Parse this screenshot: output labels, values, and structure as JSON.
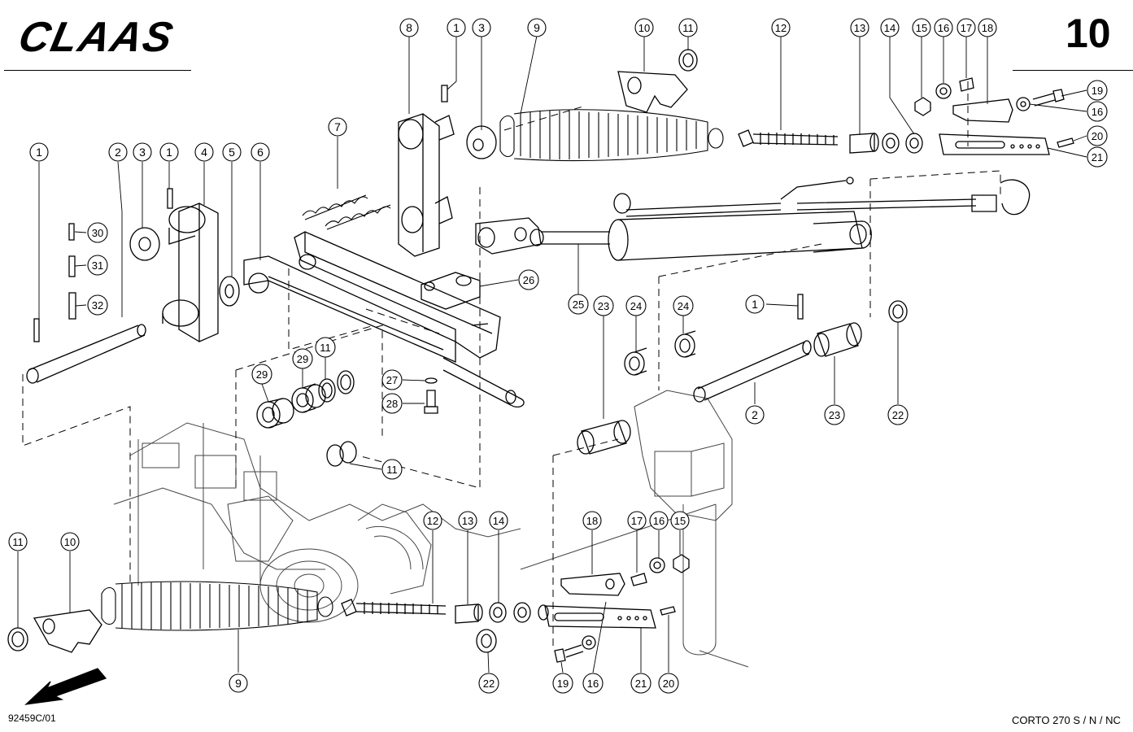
{
  "header": {
    "brand": "CLAAS",
    "page_number": "10"
  },
  "footer": {
    "drawing_number": "92459C/01",
    "model": "CORTO 270 S / N / NC"
  },
  "callouts": [
    {
      "n": "8"
    },
    {
      "n": "1"
    },
    {
      "n": "3"
    },
    {
      "n": "9"
    },
    {
      "n": "10"
    },
    {
      "n": "11"
    },
    {
      "n": "12"
    },
    {
      "n": "13"
    },
    {
      "n": "14"
    },
    {
      "n": "15"
    },
    {
      "n": "16"
    },
    {
      "n": "17"
    },
    {
      "n": "18"
    },
    {
      "n": "19"
    },
    {
      "n": "16"
    },
    {
      "n": "20"
    },
    {
      "n": "21"
    },
    {
      "n": "1"
    },
    {
      "n": "2"
    },
    {
      "n": "3"
    },
    {
      "n": "1"
    },
    {
      "n": "4"
    },
    {
      "n": "5"
    },
    {
      "n": "6"
    },
    {
      "n": "7"
    },
    {
      "n": "30"
    },
    {
      "n": "31"
    },
    {
      "n": "32"
    },
    {
      "n": "26"
    },
    {
      "n": "25"
    },
    {
      "n": "23"
    },
    {
      "n": "24"
    },
    {
      "n": "24"
    },
    {
      "n": "1"
    },
    {
      "n": "29"
    },
    {
      "n": "29"
    },
    {
      "n": "11"
    },
    {
      "n": "27"
    },
    {
      "n": "28"
    },
    {
      "n": "2"
    },
    {
      "n": "23"
    },
    {
      "n": "22"
    },
    {
      "n": "11"
    },
    {
      "n": "11"
    },
    {
      "n": "10"
    },
    {
      "n": "12"
    },
    {
      "n": "13"
    },
    {
      "n": "14"
    },
    {
      "n": "18"
    },
    {
      "n": "17"
    },
    {
      "n": "16"
    },
    {
      "n": "15"
    },
    {
      "n": "9"
    },
    {
      "n": "22"
    },
    {
      "n": "19"
    },
    {
      "n": "16"
    },
    {
      "n": "21"
    },
    {
      "n": "20"
    }
  ]
}
